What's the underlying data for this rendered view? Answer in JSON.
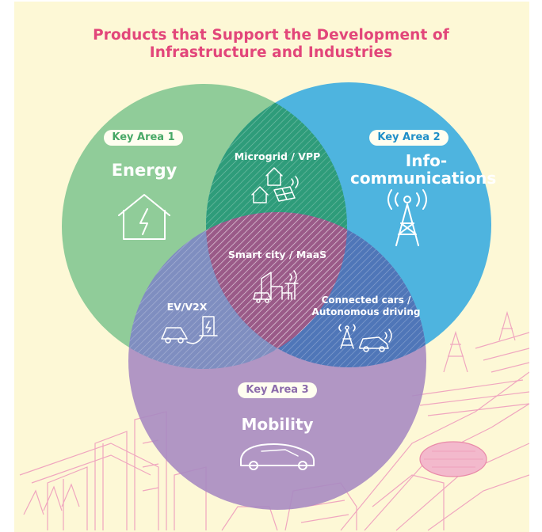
{
  "title": {
    "line1": "Products that Support the Development of",
    "line2": "Infrastructure and Industries"
  },
  "areas": [
    {
      "badge": "Key Area 1",
      "name": "Energy",
      "color": "#7dc48e",
      "icon": "house-lightning-icon"
    },
    {
      "badge": "Key Area 2",
      "name_line1": "Info-",
      "name_line2": "communications",
      "color": "#2fa8e0",
      "icon": "signal-tower-icon"
    },
    {
      "badge": "Key Area 3",
      "name": "Mobility",
      "color": "#a98bc2",
      "icon": "car-icon"
    }
  ],
  "overlaps": {
    "energy_info": {
      "label": "Microgrid / VPP",
      "icon": "solar-house-icon"
    },
    "energy_mobility": {
      "label": "EV/V2X",
      "icon": "ev-charger-icon"
    },
    "info_mobility": {
      "line1": "Connected cars /",
      "line2": "Autonomous driving",
      "icon": "connected-car-icon"
    },
    "center": {
      "label": "Smart city / MaaS",
      "icon": "smart-city-icon"
    }
  }
}
